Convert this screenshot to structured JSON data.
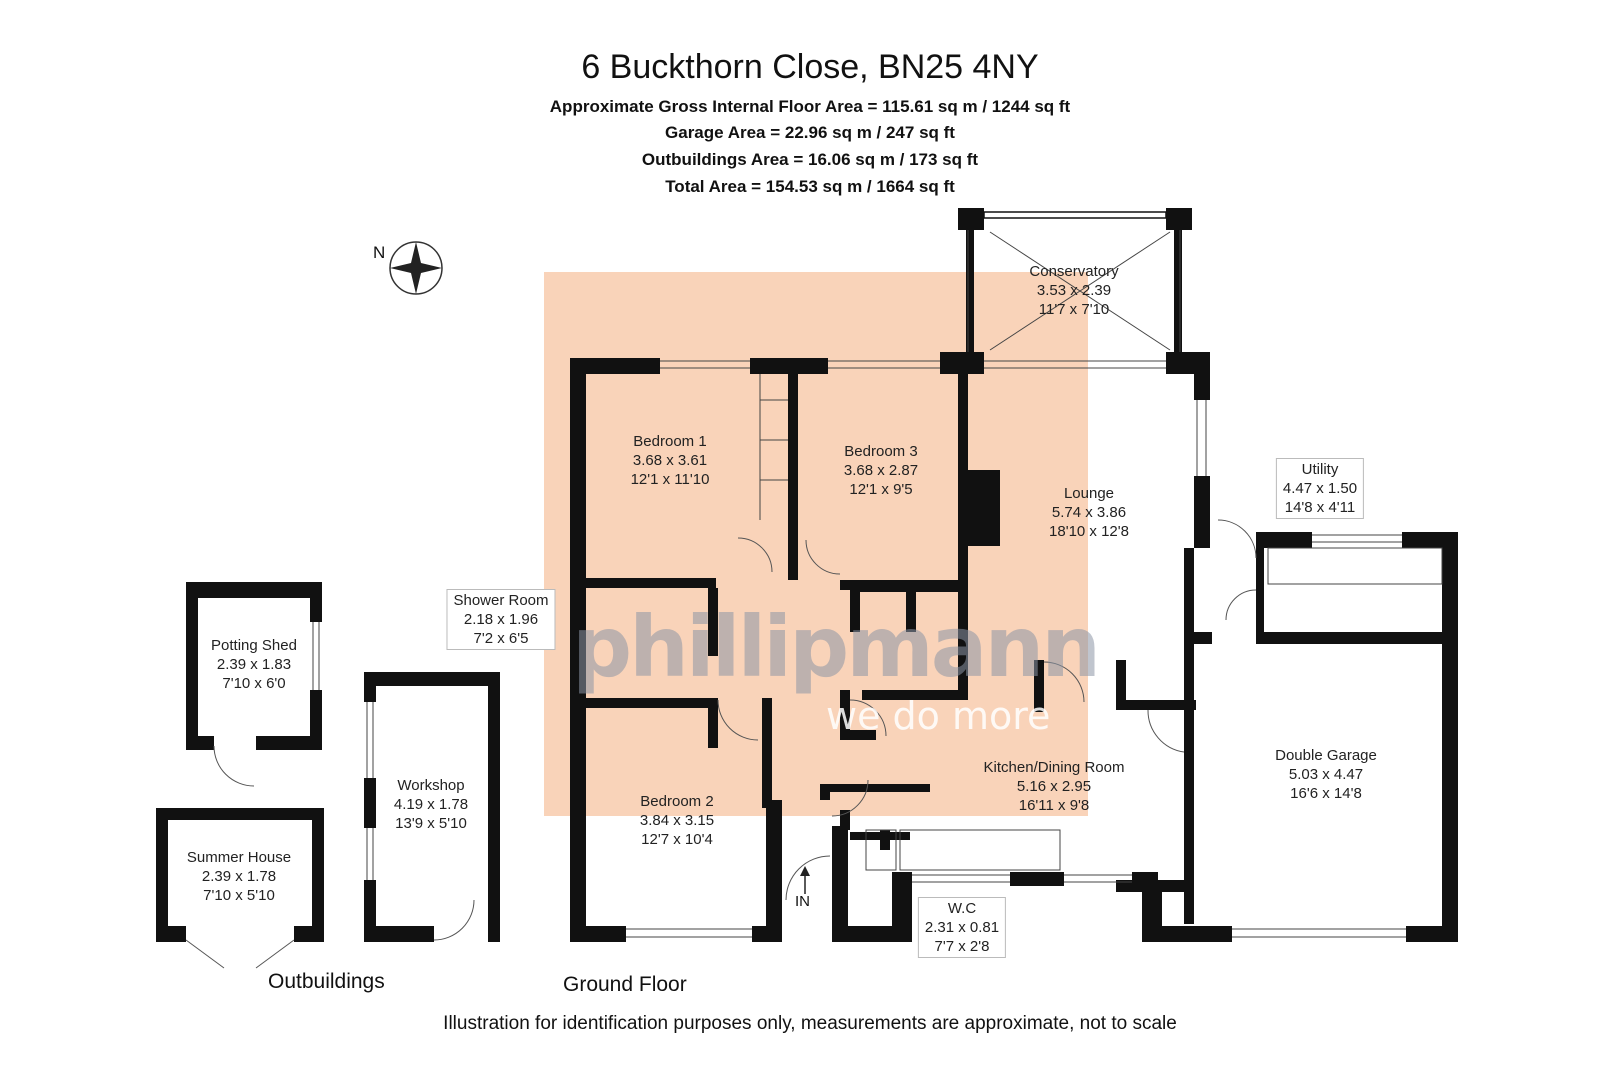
{
  "header": {
    "title": "6 Buckthorn Close, BN25 4NY",
    "gross_area": "Approximate Gross Internal Floor Area = 115.61 sq m / 1244 sq ft",
    "garage_area": "Garage Area = 22.96 sq m / 247 sq ft",
    "outbuildings_area": "Outbuildings Area = 16.06 sq m / 173 sq ft",
    "total_area": "Total Area = 154.53 sq m / 1664 sq ft"
  },
  "compass": {
    "label": "N"
  },
  "rooms": {
    "conservatory": {
      "name": "Conservatory",
      "metric": "3.53 x 2.39",
      "imperial": "11'7 x 7'10"
    },
    "bedroom1": {
      "name": "Bedroom 1",
      "metric": "3.68 x 3.61",
      "imperial": "12'1 x 11'10"
    },
    "bedroom3": {
      "name": "Bedroom 3",
      "metric": "3.68 x 2.87",
      "imperial": "12'1 x 9'5"
    },
    "lounge": {
      "name": "Lounge",
      "metric": "5.74 x 3.86",
      "imperial": "18'10 x 12'8"
    },
    "utility": {
      "name": "Utility",
      "metric": "4.47 x 1.50",
      "imperial": "14'8 x 4'11"
    },
    "shower": {
      "name": "Shower Room",
      "metric": "2.18 x 1.96",
      "imperial": "7'2 x 6'5"
    },
    "potting": {
      "name": "Potting Shed",
      "metric": "2.39 x 1.83",
      "imperial": "7'10 x 6'0"
    },
    "workshop": {
      "name": "Workshop",
      "metric": "4.19 x 1.78",
      "imperial": "13'9 x 5'10"
    },
    "summer": {
      "name": "Summer House",
      "metric": "2.39 x 1.78",
      "imperial": "7'10 x 5'10"
    },
    "bedroom2": {
      "name": "Bedroom 2",
      "metric": "3.84 x 3.15",
      "imperial": "12'7 x 10'4"
    },
    "kitchen": {
      "name": "Kitchen/Dining Room",
      "metric": "5.16 x 2.95",
      "imperial": "16'11 x 9'8"
    },
    "garage": {
      "name": "Double Garage",
      "metric": "5.03 x 4.47",
      "imperial": "16'6 x 14'8"
    },
    "wc": {
      "name": "W.C",
      "metric": "2.31 x 0.81",
      "imperial": "7'7 x 2'8"
    }
  },
  "entrance": {
    "label": "IN"
  },
  "floors": {
    "outbuildings": "Outbuildings",
    "ground": "Ground Floor"
  },
  "watermark": {
    "brand": "phillipmann",
    "slogan": "we do more"
  },
  "disclaimer": "Illustration for identification purposes only, measurements are approximate, not to scale",
  "colors": {
    "walls": "#111111",
    "highlight": "#f8c8a8"
  }
}
